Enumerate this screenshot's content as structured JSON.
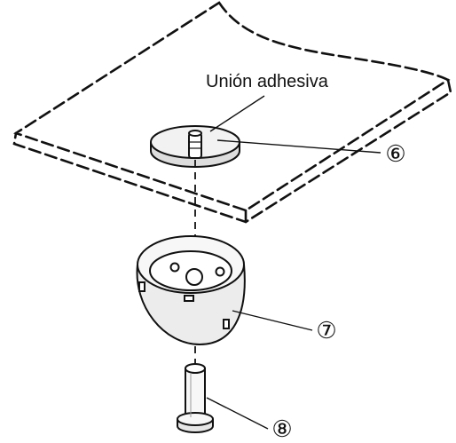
{
  "diagram": {
    "adhesive_label": "Unión adhesiva",
    "callouts": [
      {
        "part": "adhesive-disc",
        "number": "⑥"
      },
      {
        "part": "mounting-base",
        "number": "⑦"
      },
      {
        "part": "pin-sleeve",
        "number": "⑧"
      }
    ]
  },
  "colors": {
    "line": "#111111",
    "background": "#ffffff"
  }
}
